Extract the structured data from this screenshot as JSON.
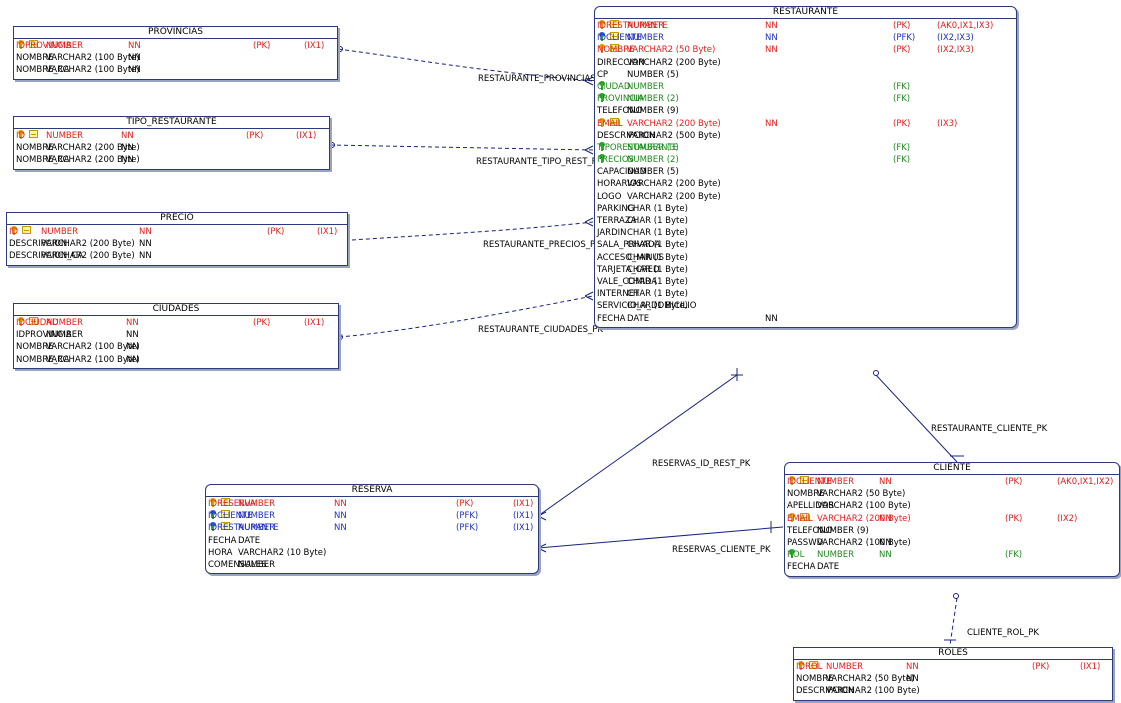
{
  "tables": {
    "provincias": {
      "title": "PROVINCIAS",
      "columns": [
        {
          "name": "IDPROVINCIA",
          "type": "NUMBER",
          "nn": "NN",
          "key": "(PK)",
          "idx": "(IX1)",
          "kind": "pk"
        },
        {
          "name": "NOMBRE",
          "type": "VARCHAR2 (100 Byte)",
          "nn": "NN",
          "key": "",
          "idx": "",
          "kind": ""
        },
        {
          "name": "NOMBRE_CA",
          "type": "VARCHAR2 (100 Byte)",
          "nn": "NN",
          "key": "",
          "idx": "",
          "kind": ""
        }
      ]
    },
    "tipo_restaurante": {
      "title": "TIPO_RESTAURANTE",
      "columns": [
        {
          "name": "ID",
          "type": "NUMBER",
          "nn": "NN",
          "key": "(PK)",
          "idx": "(IX1)",
          "kind": "pk"
        },
        {
          "name": "NOMBRE",
          "type": "VARCHAR2 (200 Byte)",
          "nn": "NN",
          "key": "",
          "idx": "",
          "kind": ""
        },
        {
          "name": "NOMBRE_CA",
          "type": "VARCHAR2 (200 Byte)",
          "nn": "NN",
          "key": "",
          "idx": "",
          "kind": ""
        }
      ]
    },
    "precio": {
      "title": "PRECIO",
      "columns": [
        {
          "name": "ID",
          "type": "NUMBER",
          "nn": "NN",
          "key": "(PK)",
          "idx": "(IX1)",
          "kind": "pk"
        },
        {
          "name": "DESCRIPCION",
          "type": "VARCHAR2 (200 Byte)",
          "nn": "NN",
          "key": "",
          "idx": "",
          "kind": ""
        },
        {
          "name": "DESCRIPCION_CA",
          "type": "VARCHAR2 (200 Byte)",
          "nn": "NN",
          "key": "",
          "idx": "",
          "kind": ""
        }
      ]
    },
    "ciudades": {
      "title": "CIUDADES",
      "columns": [
        {
          "name": "IDCIUDAD",
          "type": "NUMBER",
          "nn": "NN",
          "key": "(PK)",
          "idx": "(IX1)",
          "kind": "pk"
        },
        {
          "name": "IDPROVINCIA",
          "type": "NUMBER",
          "nn": "NN",
          "key": "",
          "idx": "",
          "kind": ""
        },
        {
          "name": "NOMBRE",
          "type": "VARCHAR2 (100 Byte)",
          "nn": "NN",
          "key": "",
          "idx": "",
          "kind": ""
        },
        {
          "name": "NOMBRE_CA",
          "type": "VARCHAR2 (100 Byte)",
          "nn": "NN",
          "key": "",
          "idx": "",
          "kind": ""
        }
      ]
    },
    "restaurante": {
      "title": "RESTAURANTE",
      "columns": [
        {
          "name": "IDRESTAURANTE",
          "type": "NUMBER",
          "nn": "NN",
          "key": "(PK)",
          "idx": "(AK0,IX1,IX3)",
          "kind": "pk"
        },
        {
          "name": "IDCLIENTE",
          "type": "NUMBER",
          "nn": "NN",
          "key": "(PFK)",
          "idx": "(IX2,IX3)",
          "kind": "pfk"
        },
        {
          "name": "NOMBRE",
          "type": "VARCHAR2 (50 Byte)",
          "nn": "NN",
          "key": "(PK)",
          "idx": "(IX2,IX3)",
          "kind": "pk"
        },
        {
          "name": "DIRECCION",
          "type": "VARCHAR2 (200 Byte)",
          "nn": "",
          "key": "",
          "idx": "",
          "kind": ""
        },
        {
          "name": "CP",
          "type": "NUMBER (5)",
          "nn": "",
          "key": "",
          "idx": "",
          "kind": ""
        },
        {
          "name": "CIUDAD",
          "type": "NUMBER",
          "nn": "",
          "key": "(FK)",
          "idx": "",
          "kind": "fk"
        },
        {
          "name": "PROVINCIA",
          "type": "NUMBER (2)",
          "nn": "",
          "key": "(FK)",
          "idx": "",
          "kind": "fk"
        },
        {
          "name": "TELEFONO",
          "type": "NUMBER (9)",
          "nn": "",
          "key": "",
          "idx": "",
          "kind": ""
        },
        {
          "name": "EMAIL",
          "type": "VARCHAR2 (200 Byte)",
          "nn": "NN",
          "key": "(PK)",
          "idx": "(IX3)",
          "kind": "pk"
        },
        {
          "name": "DESCRIPCION",
          "type": "VARCHAR2 (500 Byte)",
          "nn": "",
          "key": "",
          "idx": "",
          "kind": ""
        },
        {
          "name": "TIPORESTAURANTE",
          "type": "NUMBER (3)",
          "nn": "",
          "key": "(FK)",
          "idx": "",
          "kind": "fk"
        },
        {
          "name": "PRECIOS",
          "type": "NUMBER (2)",
          "nn": "",
          "key": "(FK)",
          "idx": "",
          "kind": "fk"
        },
        {
          "name": "CAPACIDAD",
          "type": "NUMBER (5)",
          "nn": "",
          "key": "",
          "idx": "",
          "kind": ""
        },
        {
          "name": "HORARIOS",
          "type": "VARCHAR2 (200 Byte)",
          "nn": "",
          "key": "",
          "idx": "",
          "kind": ""
        },
        {
          "name": "LOGO",
          "type": "VARCHAR2 (200 Byte)",
          "nn": "",
          "key": "",
          "idx": "",
          "kind": ""
        },
        {
          "name": "PARKING",
          "type": "CHAR (1 Byte)",
          "nn": "",
          "key": "",
          "idx": "",
          "kind": ""
        },
        {
          "name": "TERRAZA",
          "type": "CHAR (1 Byte)",
          "nn": "",
          "key": "",
          "idx": "",
          "kind": ""
        },
        {
          "name": "JARDIN",
          "type": "CHAR (1 Byte)",
          "nn": "",
          "key": "",
          "idx": "",
          "kind": ""
        },
        {
          "name": "SALA_PRIVADA",
          "type": "CHAR (1 Byte)",
          "nn": "",
          "key": "",
          "idx": "",
          "kind": ""
        },
        {
          "name": "ACCESO_MINUS",
          "type": "CHAR (1 Byte)",
          "nn": "",
          "key": "",
          "idx": "",
          "kind": ""
        },
        {
          "name": "TARJETA_CRED",
          "type": "CHAR (1 Byte)",
          "nn": "",
          "key": "",
          "idx": "",
          "kind": ""
        },
        {
          "name": "VALE_COMIDA",
          "type": "CHAR (1 Byte)",
          "nn": "",
          "key": "",
          "idx": "",
          "kind": ""
        },
        {
          "name": "INTERNET",
          "type": "CHAR (1 Byte)",
          "nn": "",
          "key": "",
          "idx": "",
          "kind": ""
        },
        {
          "name": "SERVICIO_A_DOMICILIO",
          "type": "CHAR (1 Byte)",
          "nn": "",
          "key": "",
          "idx": "",
          "kind": ""
        },
        {
          "name": "FECHA",
          "type": "DATE",
          "nn": "NN",
          "key": "",
          "idx": "",
          "kind": ""
        }
      ]
    },
    "reserva": {
      "title": "RESERVA",
      "columns": [
        {
          "name": "IDRESERVA",
          "type": "NUMBER",
          "nn": "NN",
          "key": "(PK)",
          "idx": "(IX1)",
          "kind": "pk"
        },
        {
          "name": "IDCLIENTE",
          "type": "NUMBER",
          "nn": "NN",
          "key": "(PFK)",
          "idx": "(IX1)",
          "kind": "pfk"
        },
        {
          "name": "IDRESTAURANTE",
          "type": "NUMBER",
          "nn": "NN",
          "key": "(PFK)",
          "idx": "(IX1)",
          "kind": "pfk"
        },
        {
          "name": "FECHA",
          "type": "DATE",
          "nn": "",
          "key": "",
          "idx": "",
          "kind": ""
        },
        {
          "name": "HORA",
          "type": "VARCHAR2 (10 Byte)",
          "nn": "",
          "key": "",
          "idx": "",
          "kind": ""
        },
        {
          "name": "COMENSALES",
          "type": "NUMBER",
          "nn": "",
          "key": "",
          "idx": "",
          "kind": ""
        }
      ]
    },
    "cliente": {
      "title": "CLIENTE",
      "columns": [
        {
          "name": "IDCLIENTE",
          "type": "NUMBER",
          "nn": "NN",
          "key": "(PK)",
          "idx": "(AK0,IX1,IX2)",
          "kind": "pk"
        },
        {
          "name": "NOMBRE",
          "type": "VARCHAR2 (50 Byte)",
          "nn": "",
          "key": "",
          "idx": "",
          "kind": ""
        },
        {
          "name": "APELLIDOS",
          "type": "VARCHAR2 (100 Byte)",
          "nn": "",
          "key": "",
          "idx": "",
          "kind": ""
        },
        {
          "name": "EMAIL",
          "type": "VARCHAR2 (200 Byte)",
          "nn": "NN",
          "key": "(PK)",
          "idx": "(IX2)",
          "kind": "pk"
        },
        {
          "name": "TELEFONO",
          "type": "NUMBER (9)",
          "nn": "",
          "key": "",
          "idx": "",
          "kind": ""
        },
        {
          "name": "PASSWD",
          "type": "VARCHAR2 (100 Byte)",
          "nn": "NN",
          "key": "",
          "idx": "",
          "kind": ""
        },
        {
          "name": "ROL",
          "type": "NUMBER",
          "nn": "NN",
          "key": "(FK)",
          "idx": "",
          "kind": "fk"
        },
        {
          "name": "FECHA",
          "type": "DATE",
          "nn": "",
          "key": "",
          "idx": "",
          "kind": ""
        }
      ]
    },
    "roles": {
      "title": "ROLES",
      "columns": [
        {
          "name": "IDROL",
          "type": "NUMBER",
          "nn": "NN",
          "key": "(PK)",
          "idx": "(IX1)",
          "kind": "pk"
        },
        {
          "name": "NOMBRE",
          "type": "VARCHAR2 (50 Byte)",
          "nn": "NN",
          "key": "",
          "idx": "",
          "kind": ""
        },
        {
          "name": "DESCRIPCION",
          "type": "VARCHAR2 (100 Byte)",
          "nn": "",
          "key": "",
          "idx": "",
          "kind": ""
        }
      ]
    }
  },
  "relationships": {
    "restaurante_provincias": "RESTAURANTE_PROVINCIAS_PK",
    "restaurante_tipo_rest": "RESTAURANTE_TIPO_REST_PK",
    "restaurante_precios": "RESTAURANTE_PRECIOS_PK",
    "restaurante_ciudades": "RESTAURANTE_CIUDADES_PK",
    "restaurante_cliente": "RESTAURANTE_CLIENTE_PK",
    "reservas_id_rest": "RESERVAS_ID_REST_PK",
    "reservas_cliente": "RESERVAS_CLIENTE_PK",
    "cliente_rol": "CLIENTE_ROL_PK"
  },
  "colors": {
    "pk_text": "#e02020",
    "fk_text": "#1f8a1f",
    "pfk_text": "#2030c0",
    "border": "#2b3a7a",
    "line": "#1a237e"
  }
}
